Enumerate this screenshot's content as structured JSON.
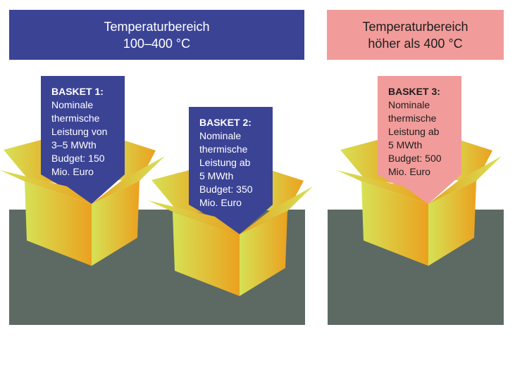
{
  "headers": [
    {
      "line1": "Temperaturbereich",
      "line2": "100–400 °C",
      "color": "#3b4395"
    },
    {
      "line1": "Temperaturbereich",
      "line2": "höher als 400 °C",
      "color": "#f19c9a"
    }
  ],
  "baskets": [
    {
      "title": "BASKET 1:",
      "lines": [
        "Nominale",
        "thermische",
        "Leistung von",
        "3–5 MWth",
        "Budget: 150",
        "Mio. Euro"
      ],
      "color": "#3b4395"
    },
    {
      "title": "BASKET 2:",
      "lines": [
        "Nominale",
        "thermische",
        "Leistung ab",
        "5 MWth",
        "Budget: 350",
        "Mio. Euro"
      ],
      "color": "#3b4395"
    },
    {
      "title": "BASKET 3:",
      "lines": [
        "Nominale",
        "thermische",
        "Leistung ab",
        "5 MWth",
        "Budget: 500",
        "Mio. Euro"
      ],
      "color": "#f19c9a"
    }
  ],
  "colors": {
    "ground": "#5c6a63",
    "box_light": "#d6e155",
    "box_dark": "#eba11f"
  }
}
